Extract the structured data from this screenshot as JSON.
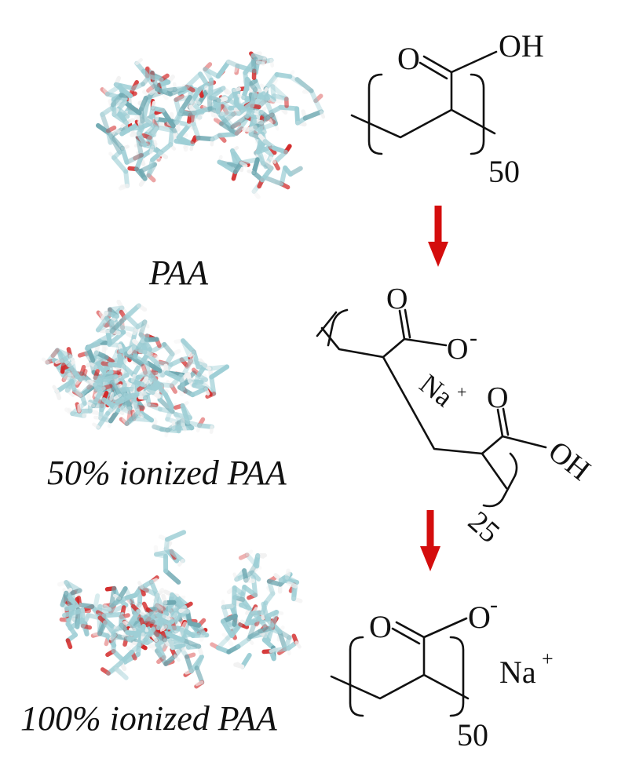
{
  "labels": {
    "paa": "PAA",
    "half": "50% ionized PAA",
    "full": "100% ionized PAA"
  },
  "struct1": {
    "o": "O",
    "oh": "OH",
    "n": "50"
  },
  "struct2": {
    "o1": "O",
    "ominus": "O",
    "minus": "-",
    "na": "Na",
    "plus": "+",
    "o2": "O",
    "oh": "OH",
    "n": "25"
  },
  "struct3": {
    "o": "O",
    "ominus": "O",
    "minus": "-",
    "na": "Na",
    "plus": "+",
    "n": "50"
  },
  "colors": {
    "arrow": "#d40d0d",
    "carbon": "#9ecfd6",
    "oxygen": "#d32a2a",
    "hydrogen": "#f2f2f2"
  }
}
